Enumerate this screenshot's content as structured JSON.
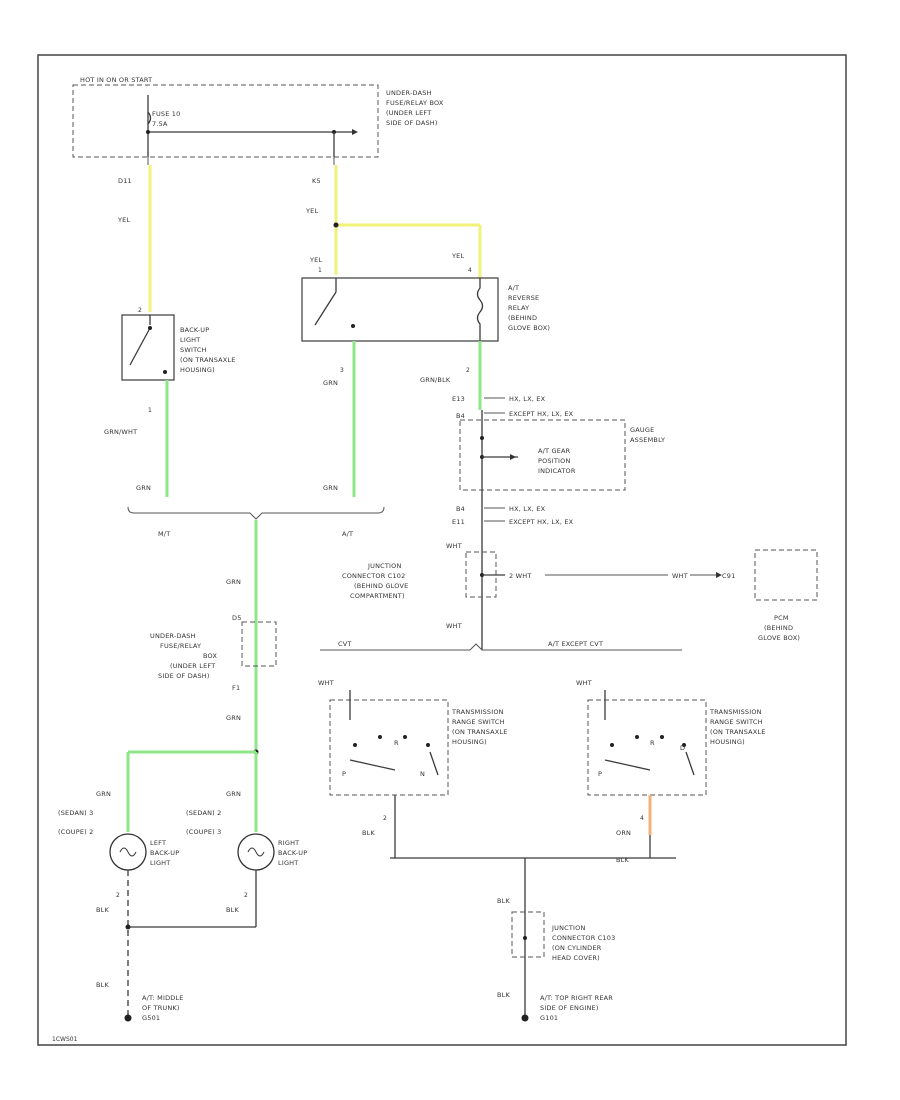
{
  "colors": {
    "yellow_wire": "#f2f27a",
    "green_wire": "#8fe58a",
    "orange_wire": "#f0b27a",
    "line": "#3a3a3a"
  },
  "labels": {
    "hot_in": "HOT IN ON OR START",
    "fuse": "FUSE 10",
    "fuse_amp": "7.5A",
    "underdash_box": [
      "UNDER-DASH",
      "FUSE/RELAY BOX",
      "(UNDER LEFT",
      "SIDE OF DASH)"
    ],
    "d11": "D11",
    "k5": "K5",
    "yel_left": "YEL",
    "yel_mid": "YEL",
    "yel_relay_l": "YEL",
    "yel_relay_r": "YEL",
    "pin1": "1",
    "pin2": "2",
    "pin3": "3",
    "pin4": "4",
    "backup_switch": [
      "BACK-UP",
      "LIGHT",
      "SWITCH",
      "(ON TRANSAXLE",
      "HOUSING)"
    ],
    "relay": [
      "A/T",
      "REVERSE",
      "RELAY",
      "(BEHIND",
      "GLOVE BOX)"
    ],
    "grn_wht": "GRN/WHT",
    "grn_a": "GRN",
    "grn_b": "GRN",
    "grn_c": "GRN",
    "grn_blk": "GRN/BLK",
    "mt": "M/T",
    "at": "A/T",
    "e13": "E13",
    "b4_top": "B4",
    "b4_bot": "B4",
    "e11": "E11",
    "hx_top": "HX, LX, EX",
    "except_top": "EXCEPT HX, LX, EX",
    "hx_bot": "HX, LX, EX",
    "except_bot": "EXCEPT HX, LX, EX",
    "gauge": [
      "GAUGE",
      "ASSEMBLY"
    ],
    "gear_ind": [
      "A/T GEAR",
      "POSITION",
      "INDICATOR"
    ],
    "wht_top": "WHT",
    "junction1": [
      "JUNCTION",
      "CONNECTOR C102",
      "(BEHIND GLOVE",
      "COMPARTMENT)"
    ],
    "wht_mid": "2 WHT",
    "wht_far": "WHT",
    "c91": "C91",
    "pcm": [
      "PCM",
      "(BEHIND",
      "GLOVE BOX)"
    ],
    "wht_low": "WHT",
    "grn_d": "GRN",
    "d5": "D5",
    "underdash2": [
      "UNDER-DASH",
      "FUSE/RELAY",
      "BOX",
      "(UNDER LEFT",
      "SIDE OF DASH)"
    ],
    "f1": "F1",
    "grn_e": "GRN",
    "cvt": "CVT",
    "at_except": "A/T EXCEPT CVT",
    "wht_sw1": "WHT",
    "wht_sw2": "WHT",
    "trans_sw1": [
      "TRANSMISSION",
      "RANGE SWITCH",
      "(ON TRANSAXLE",
      "HOUSING)"
    ],
    "trans_sw2": [
      "TRANSMISSION",
      "RANGE SWITCH",
      "(ON TRANSAXLE",
      "HOUSING)"
    ],
    "sw_p1": "P",
    "sw_r1": "R",
    "sw_n1": "N",
    "sw_p2": "P",
    "sw_r2": "R",
    "sw_d2": "D",
    "grn_f": "GRN",
    "grn_g": "GRN",
    "sedan_l": "(SEDAN) 3",
    "coupe_l": "(COUPE) 2",
    "sedan_r": "(SEDAN) 2",
    "coupe_r": "(COUPE) 3",
    "left_light": [
      "LEFT",
      "BACK-UP",
      "LIGHT"
    ],
    "right_light": [
      "RIGHT",
      "BACK-UP",
      "LIGHT"
    ],
    "blk_a": "BLK",
    "blk_b": "BLK",
    "blk_c": "BLK",
    "blk_d": "BLK",
    "blk_e": "BLK",
    "blk_f": "BLK",
    "blk_g": "BLK",
    "orn": "ORN",
    "junction2": [
      "JUNCTION",
      "CONNECTOR C103",
      "(ON CYLINDER",
      "HEAD COVER)"
    ],
    "g501": [
      "A/T: MIDDLE",
      "OF TRUNK)",
      "G501"
    ],
    "g101": [
      "A/T: TOP RIGHT REAR",
      "SIDE OF ENGINE)",
      "G101"
    ],
    "corner_id": "1CWS01"
  }
}
